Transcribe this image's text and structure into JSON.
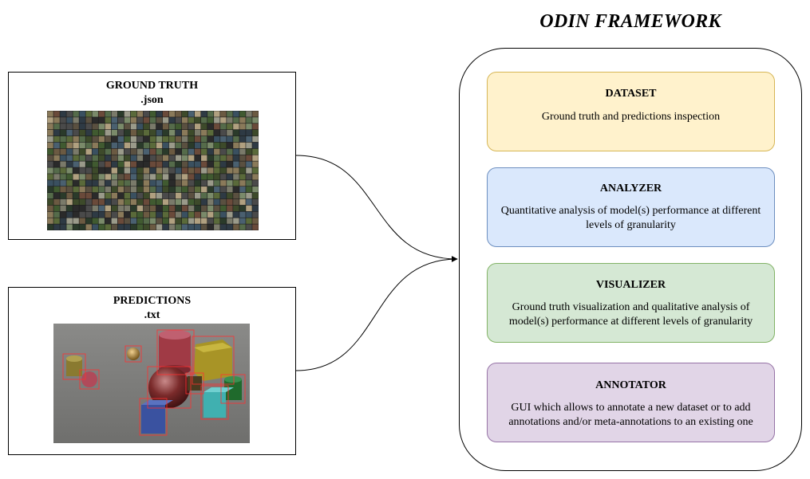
{
  "framework": {
    "title": "ODIN FRAMEWORK"
  },
  "inputs": [
    {
      "title": "GROUND TRUTH",
      "format": ".json",
      "thumbnail": "image-grid-thumbnail"
    },
    {
      "title": "PREDICTIONS",
      "format": ".txt",
      "thumbnail": "3d-objects-bounding-boxes"
    }
  ],
  "modules": [
    {
      "title": "DATASET",
      "description": "Ground truth and predictions inspection",
      "fill": "#fff2cc",
      "stroke": "#d6b656"
    },
    {
      "title": "ANALYZER",
      "description": "Quantitative analysis of model(s) performance at different levels of granularity",
      "fill": "#dae8fc",
      "stroke": "#6c8ebf"
    },
    {
      "title": "VISUALIZER",
      "description": "Ground truth visualization and qualitative analysis of model(s) performance at different levels of granularity",
      "fill": "#d5e8d4",
      "stroke": "#82b366"
    },
    {
      "title": "ANNOTATOR",
      "description": "GUI which allows to annotate a new dataset or to add annotations and/or meta-annotations to an existing one",
      "fill": "#e1d5e7",
      "stroke": "#9673a6"
    }
  ]
}
